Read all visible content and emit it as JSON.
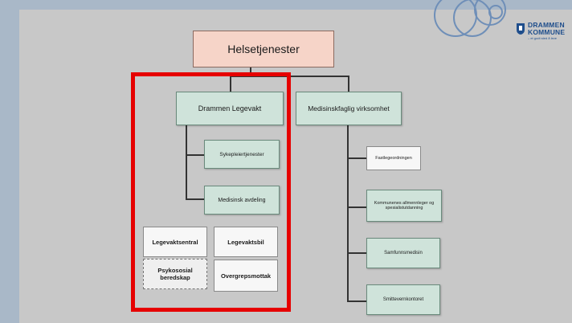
{
  "title": "Helsetjenester",
  "level1": {
    "left": "Drammen Legevakt",
    "right": "Medisinskfaglig virksomhet"
  },
  "legevakt_children": [
    "Sykepleiertjenester",
    "Medisinsk avdeling"
  ],
  "legevakt_units": [
    "Legevaktsentral",
    "Legevaktsbil",
    "Psykososial beredskap",
    "Overgrepsmottak"
  ],
  "medisin_children": [
    "Fastlegeordningen",
    "Kommunenes allmennleger og spesialistutdanning",
    "Samfunnsmedisin",
    "Smittevernkontoret"
  ],
  "logo": {
    "name_line1": "DRAMMEN",
    "name_line2": "KOMMUNE",
    "tagline": "– et godt sted å leve"
  },
  "colors": {
    "highlight": "#e60000",
    "box_green": "#cfe3da",
    "box_pink": "#f6d4c8",
    "logo_blue": "#1f4e8c"
  }
}
